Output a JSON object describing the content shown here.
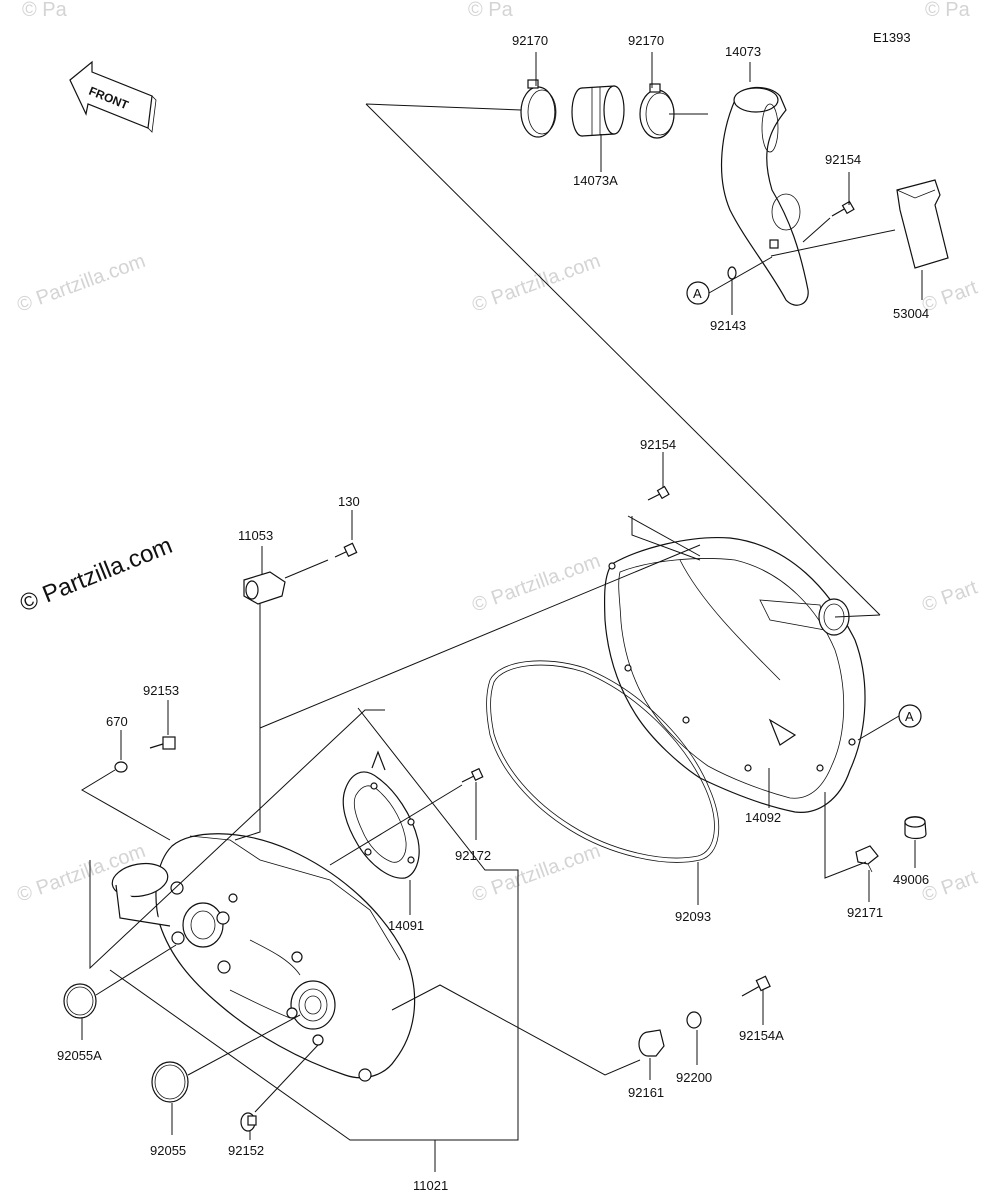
{
  "diagram_code": "E1393",
  "watermark": {
    "main": "© Partzilla.com",
    "faint": "© Partzilla.com",
    "edge": "© Part",
    "top": "© Pa"
  },
  "front_arrow": "FRONT",
  "callout": "A",
  "labels": {
    "p92170_left": "92170",
    "p92170_right": "92170",
    "p14073": "14073",
    "p14073A": "14073A",
    "p92154_top": "92154",
    "p92143": "92143",
    "p53004": "53004",
    "p92154_mid": "92154",
    "p130": "130",
    "p11053": "11053",
    "p92153": "92153",
    "p670": "670",
    "p92172": "92172",
    "p14091": "14091",
    "p14092": "14092",
    "p49006": "49006",
    "p92171": "92171",
    "p92093": "92093",
    "p92154A": "92154A",
    "p92200": "92200",
    "p92161": "92161",
    "p92055A": "92055A",
    "p92055": "92055",
    "p92152": "92152",
    "p11021": "11021"
  }
}
